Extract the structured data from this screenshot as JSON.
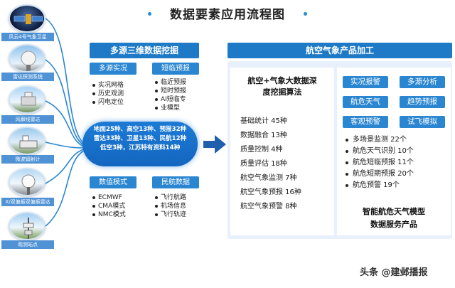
{
  "title": "数据要素应用流程图",
  "sources": [
    {
      "label": "风云4号气象卫星",
      "icon": "satellite-icon"
    },
    {
      "label": "雷达探测系统",
      "icon": "radar-icon"
    },
    {
      "label": "风廓线雷达",
      "icon": "wind-profiler-icon"
    },
    {
      "label": "微波辐射计",
      "icon": "microwave-radiometer-icon"
    },
    {
      "label": "X/双偏振双偏振雷达",
      "icon": "dual-pol-radar-icon"
    },
    {
      "label": "观测站点",
      "icon": "weather-station-icon"
    }
  ],
  "mining": {
    "header": "多源三维数据挖掘",
    "multi_source": {
      "label": "多源实况",
      "items": [
        "实况网格",
        "历史观测",
        "闪电定位"
      ]
    },
    "nowcast": {
      "label": "短临预报",
      "items": [
        "临近预报",
        "短时预报",
        "AI短临专",
        "业模型"
      ]
    },
    "center_lines": [
      "地面25种、高空13种、预报32种",
      "雷达33种、卫星13种、民航12种",
      "低空3种，江苏特有资料14种"
    ],
    "numerical": {
      "label": "数值模式",
      "items": [
        "ECMWF",
        "CMA模式",
        "NMC模式"
      ]
    },
    "aviation_data": {
      "label": "民航数据",
      "items": [
        "飞行航路",
        "机场信息",
        "飞行轨迹"
      ]
    }
  },
  "products": {
    "header": "航空气象产品加工",
    "algo_title_lines": [
      "航空+气象大数据深",
      "度挖掘算法"
    ],
    "algo_items": [
      "基础统计 45种",
      "数据融合 13种",
      "质量控制 4种",
      "质量评估 18种",
      "航空气象监测 7种",
      "航空气象预报 16种",
      "航空气象预警 8种"
    ],
    "tags": [
      "实况报警",
      "多源分析",
      "航危天气",
      "趋势预报",
      "客观预警",
      "试飞模拟"
    ],
    "stats": [
      "多场景监测 22个",
      "航危天气识别 10个",
      "航危短临预报 11个",
      "航危短期预报 20个",
      "航危预警 19个"
    ],
    "service_lines": [
      "智能航危天气模型",
      "数据服务产品"
    ]
  },
  "watermark": "头条 @建邺播报",
  "colors": {
    "accent": "#1e7ac7",
    "tag": "#2a86d1",
    "panel_bg": "#e8f1fb"
  }
}
